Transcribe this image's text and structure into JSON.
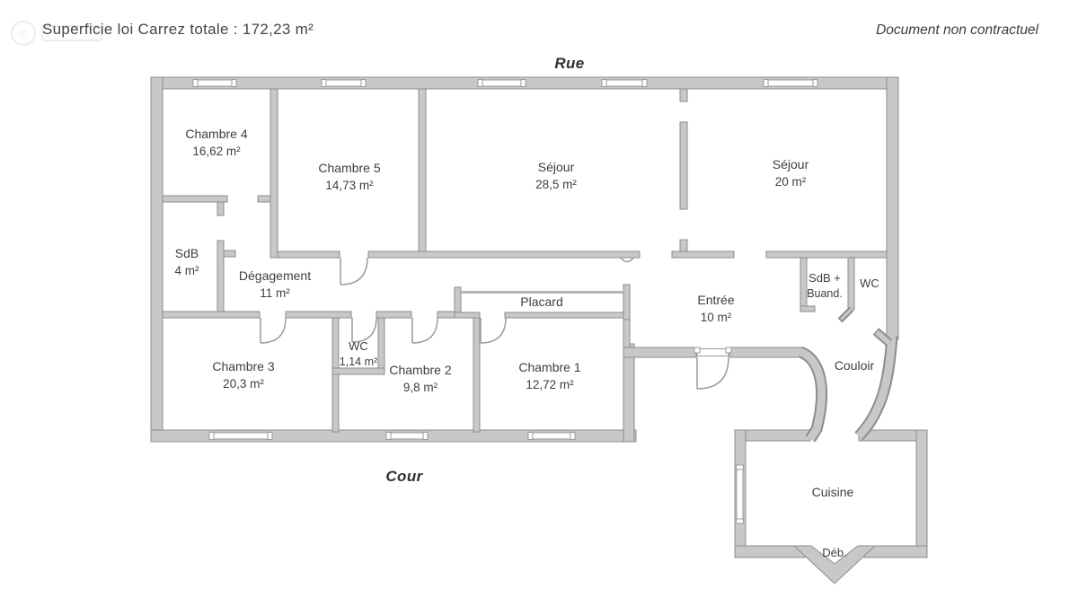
{
  "header": {
    "area_label": "Superficie loi Carrez totale :  172,23 m²",
    "disclaimer": "Document non contractuel"
  },
  "orientation": {
    "top": "Rue",
    "bottom": "Cour"
  },
  "watermark_glyph": "©",
  "colors": {
    "wall_fill": "#c8c8c8",
    "wall_stroke": "#8d8d8d",
    "thin_line": "#9b9b9b",
    "text": "#3e3e3e"
  },
  "rooms": [
    {
      "line1": "Chambre 4",
      "line2": "16,62 m²"
    },
    {
      "line1": "Chambre 5",
      "line2": "14,73 m²"
    },
    {
      "line1": "Séjour",
      "line2": "28,5 m²"
    },
    {
      "line1": "Séjour",
      "line2": "20 m²"
    },
    {
      "line1": "SdB",
      "line2": "4 m²"
    },
    {
      "line1": "Dégagement",
      "line2": "11 m²"
    },
    {
      "line1": "Placard",
      "line2": ""
    },
    {
      "line1": "Entrée",
      "line2": "10 m²"
    },
    {
      "line1": "SdB +",
      "line2": "Buand."
    },
    {
      "line1": "WC",
      "line2": ""
    },
    {
      "line1": "Chambre 3",
      "line2": "20,3 m²"
    },
    {
      "line1": "WC",
      "line2": "1,14 m²"
    },
    {
      "line1": "Chambre 2",
      "line2": "9,8 m²"
    },
    {
      "line1": "Chambre 1",
      "line2": "12,72 m²"
    },
    {
      "line1": "Couloir",
      "line2": ""
    },
    {
      "line1": "Cuisine",
      "line2": ""
    },
    {
      "line1": "Déb.",
      "line2": ""
    }
  ]
}
